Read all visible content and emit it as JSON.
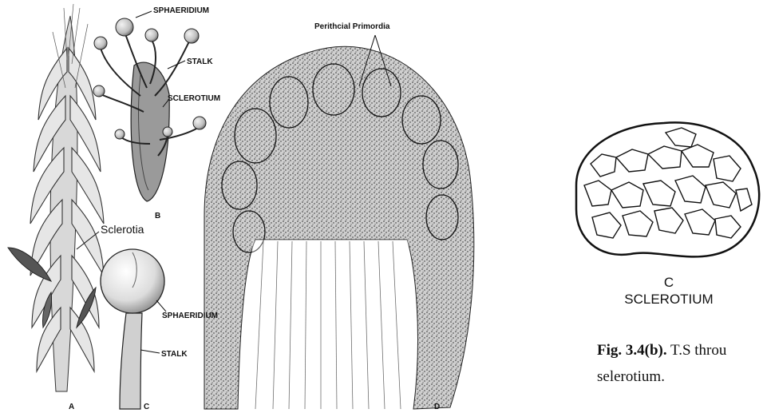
{
  "figure_left": {
    "labels": {
      "sphaeridium_top": "SPHAERIDIUM",
      "stalk_top": "STALK",
      "sclerotium": "SCLEROTIUM",
      "panel_b": "B",
      "sclerotia": "Sclerotia",
      "sphaeridium_bottom": "SPHAERIDIUM",
      "stalk_bottom": "STALK",
      "panel_a": "A",
      "panel_c": "C",
      "perithecial": "Perithcial Primordia",
      "panel_d": "D"
    }
  },
  "figure_right": {
    "panel_letter": "C",
    "title": "SCLEROTIUM",
    "caption_bold": "Fig. 3.4(b).",
    "caption_line1": " T.S throu",
    "caption_line2": "selerotium."
  }
}
